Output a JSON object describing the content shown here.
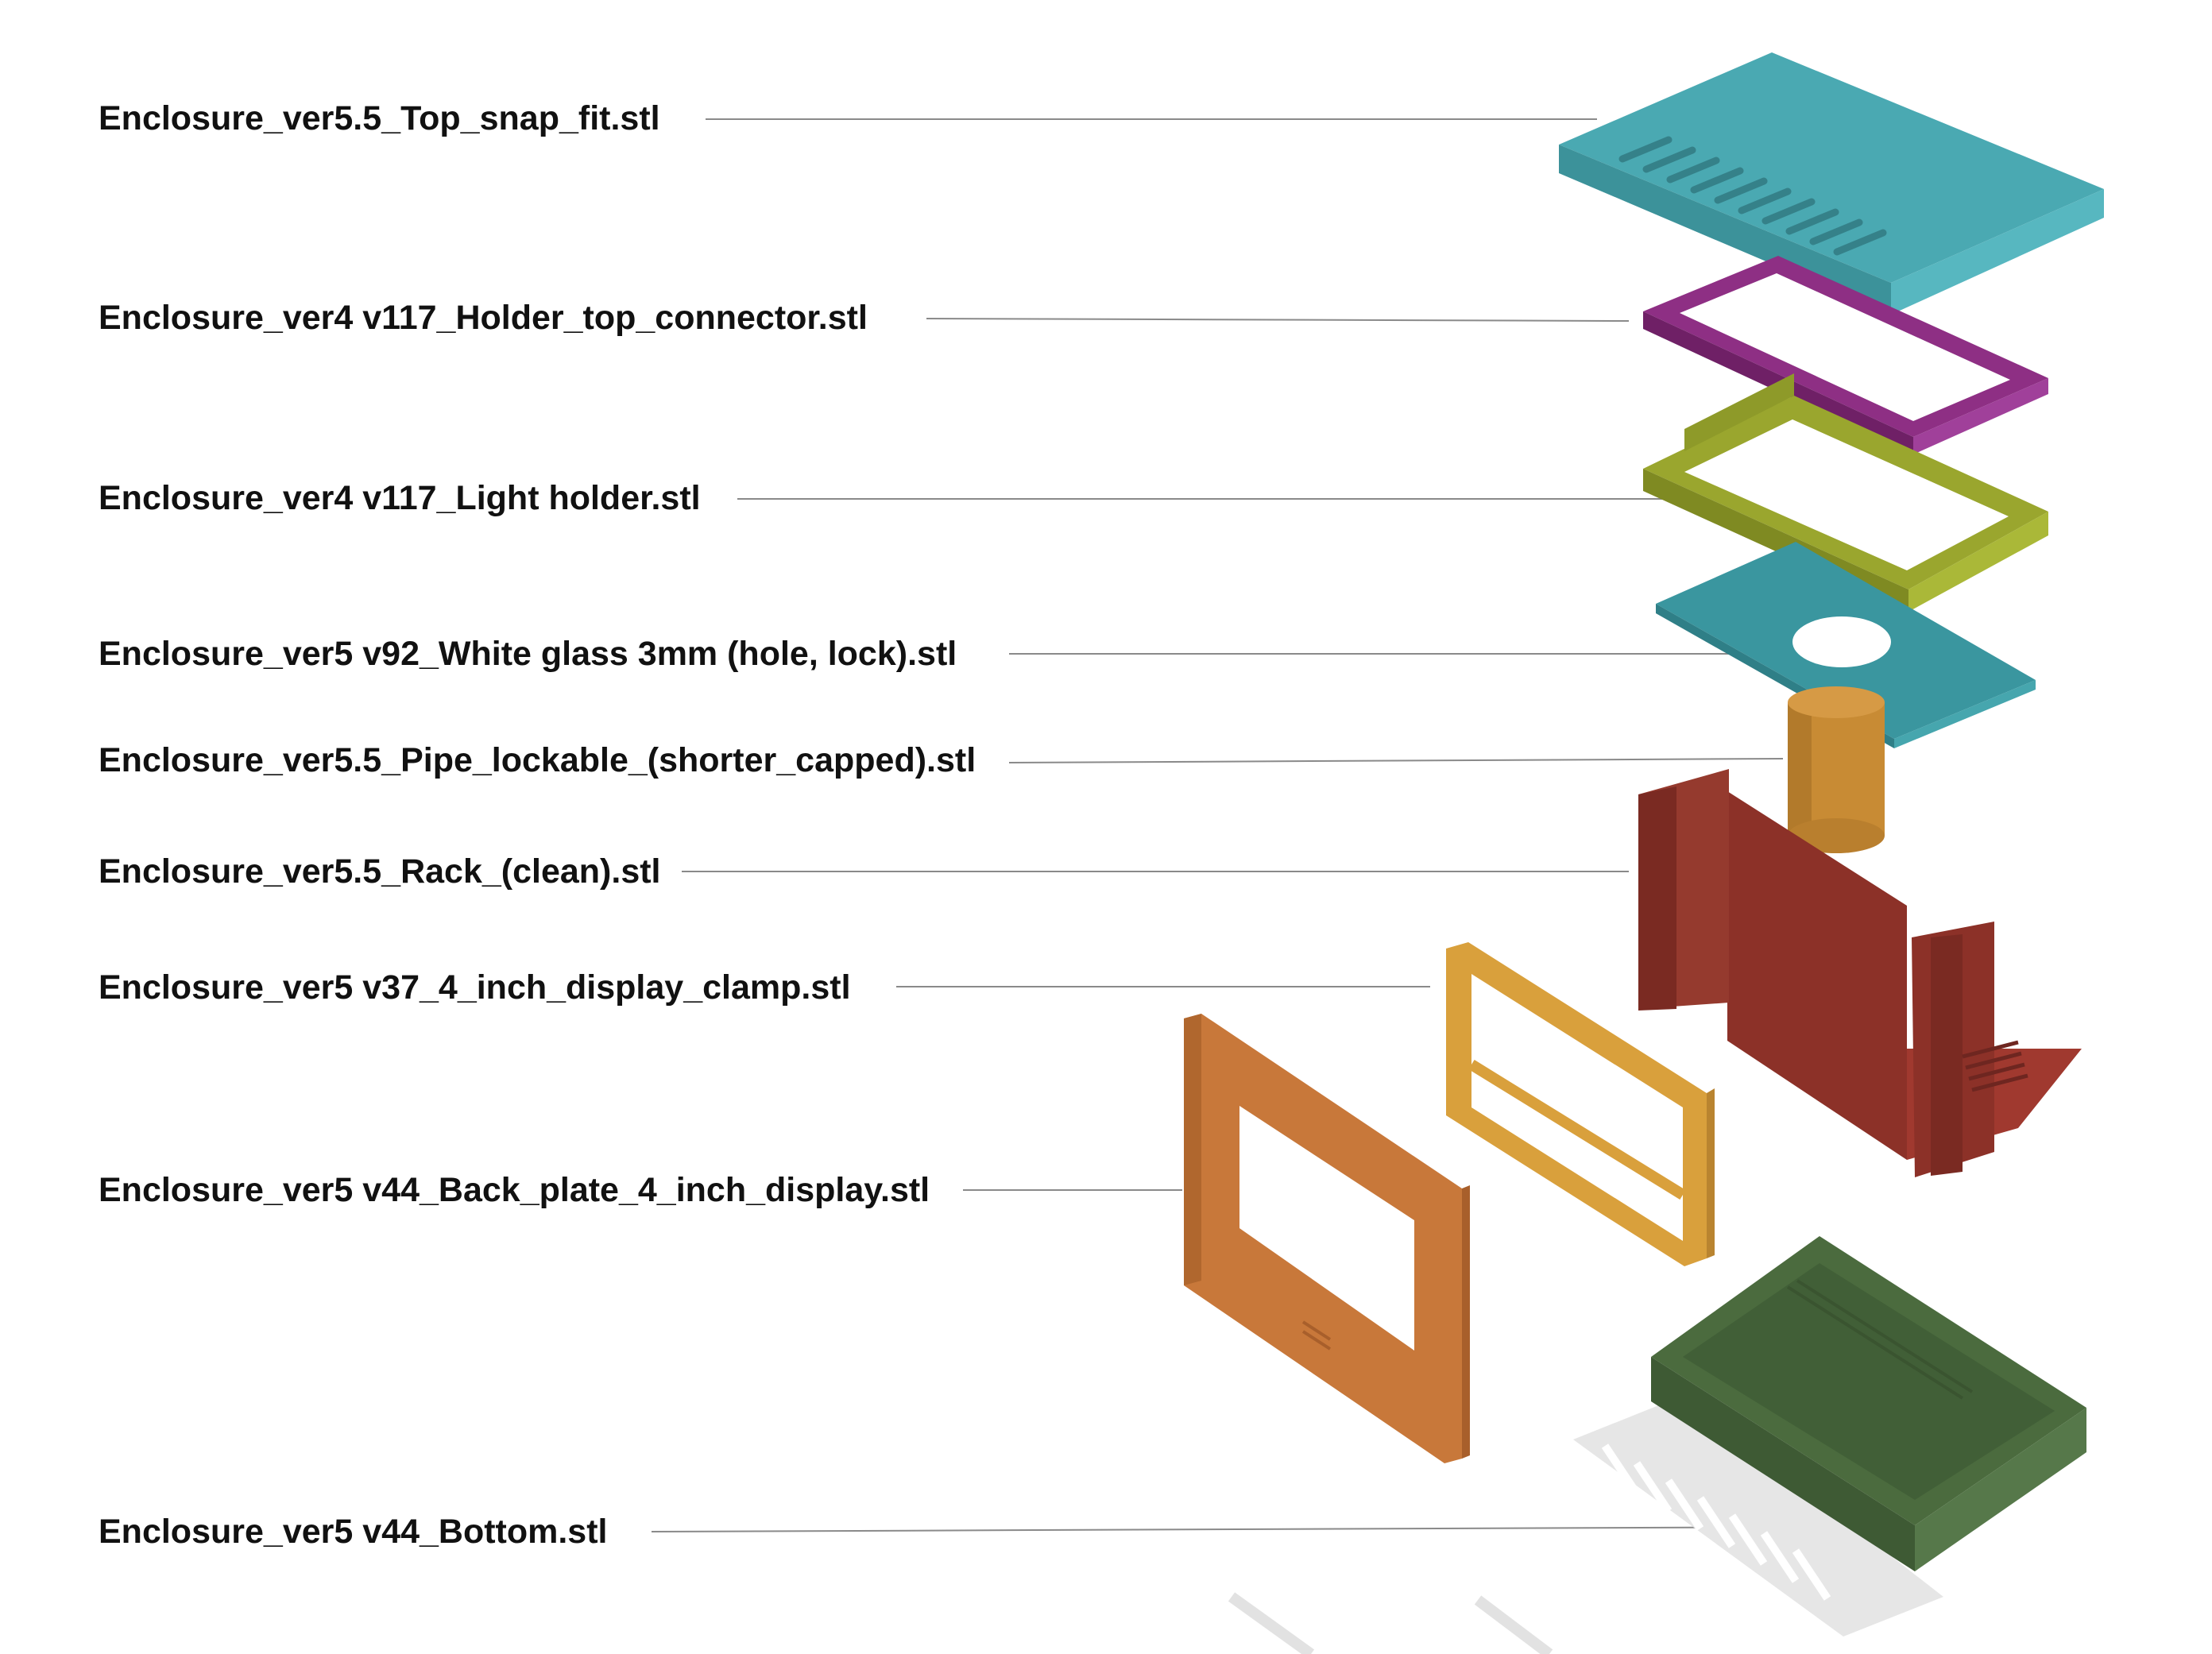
{
  "parts": [
    {
      "label": "Enclosure_ver5.5_Top_snap_fit.stl",
      "color": "#4aa9b2"
    },
    {
      "label": "Enclosure_ver4 v117_Holder_top_connector.stl",
      "color": "#8e2f84"
    },
    {
      "label": "Enclosure_ver4 v117_Light holder.stl",
      "color": "#9aa62e"
    },
    {
      "label": "Enclosure_ver5 v92_White glass 3mm (hole, lock).stl",
      "color": "#3a969f"
    },
    {
      "label": "Enclosure_ver5.5_Pipe_lockable_(shorter_capped).stl",
      "color": "#c88b34"
    },
    {
      "label": "Enclosure_ver5.5_Rack_(clean).stl",
      "color": "#8c3128"
    },
    {
      "label": "Enclosure_ver5 v37_4_inch_display_clamp.stl",
      "color": "#d9a03c"
    },
    {
      "label": "Enclosure_ver5 v44_Back_plate_4_inch_display.stl",
      "color": "#c8783a"
    },
    {
      "label": "Enclosure_ver5 v44_Bottom.stl",
      "color": "#4b6b3e"
    }
  ]
}
